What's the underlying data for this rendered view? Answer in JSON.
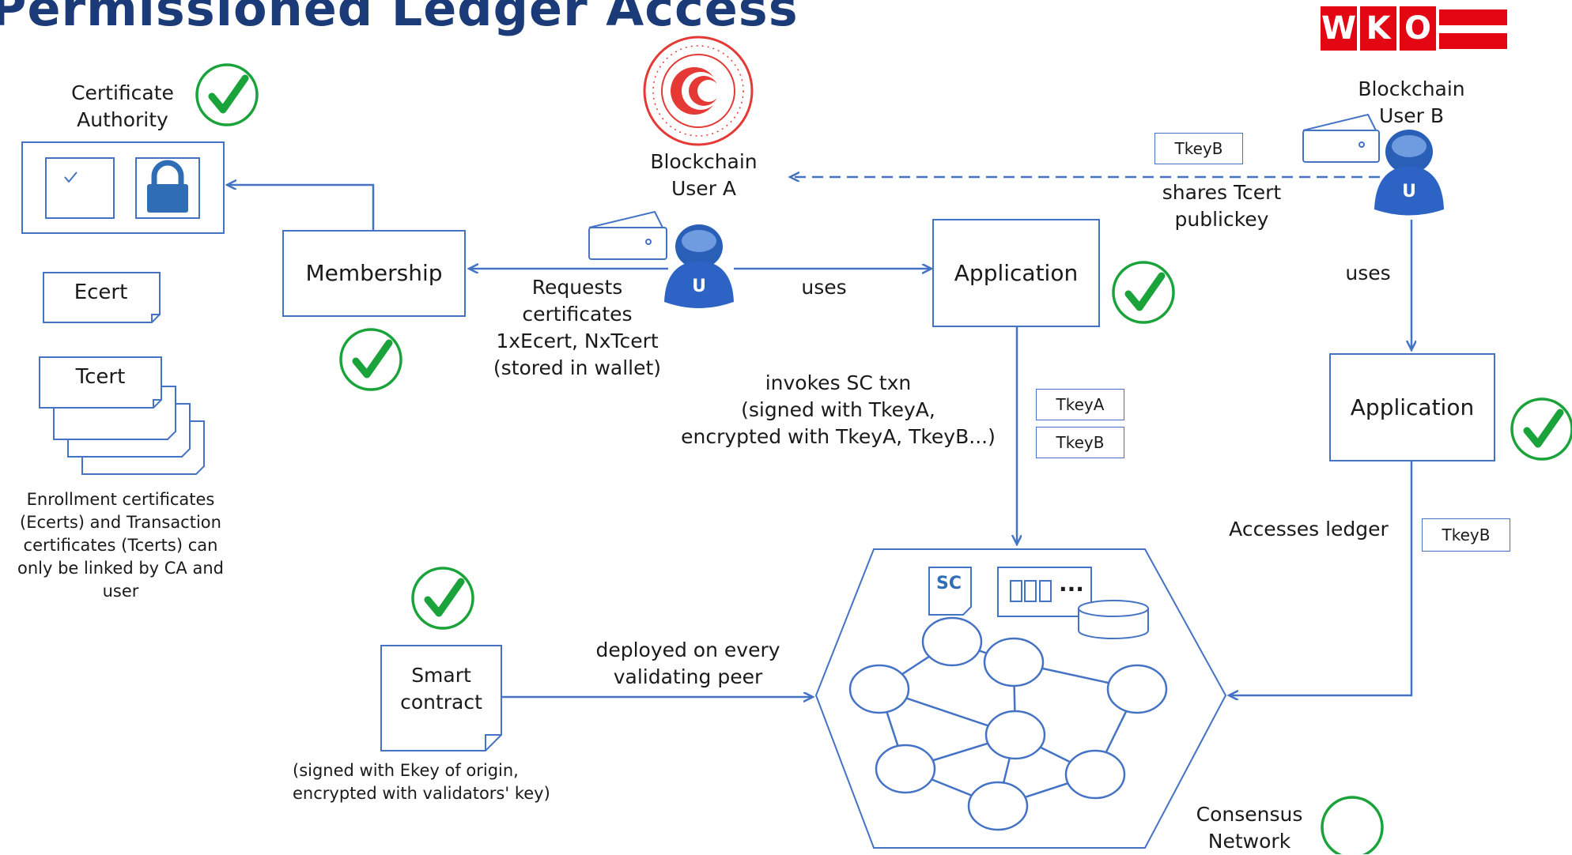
{
  "title": "Permissioned Ledger Access",
  "logo": {
    "letters": [
      "W",
      "K",
      "O"
    ],
    "color": "#e30613"
  },
  "colors": {
    "line": "#4472c4",
    "check": "#1aa33a",
    "title": "#1b3a78"
  },
  "certificate_authority": "Certificate\nAuthority",
  "ecert": "Ecert",
  "tcert": "Tcert",
  "enrollment_note": "Enrollment certificates\n(Ecerts) and Transaction\ncertificates (Tcerts) can\nonly be linked by CA and\nuser",
  "membership": "Membership",
  "user_a": "Blockchain\nUser A",
  "user_b": "Blockchain\nUser B",
  "user_badge": "U",
  "requests": "Requests\ncertificates\n1xEcert, NxTcert\n(stored in wallet)",
  "uses_a": "uses",
  "uses_b": "uses",
  "application_a": "Application",
  "application_b": "Application",
  "shares": "shares Tcert\npublickey",
  "tkey_b_top": "TkeyB",
  "invokes": "invokes SC txn\n(signed with TkeyA,\nencrypted with TkeyA, TkeyB...)",
  "tkey_a": "TkeyA",
  "tkey_b_mid": "TkeyB",
  "accesses": "Accesses ledger",
  "tkey_b_right": "TkeyB",
  "smart_contract": "Smart\ncontract",
  "smart_contract_note": "(signed with Ekey of origin,\nencrypted with validators' key)",
  "deployed": "deployed on every\nvalidating peer",
  "sc_label": "SC",
  "ledger_dots": "...",
  "consensus": "Consensus\nNetwork",
  "icons": [
    "check-icon",
    "lock-icon",
    "wallet-icon",
    "user-icon",
    "seal-icon",
    "database-icon"
  ]
}
